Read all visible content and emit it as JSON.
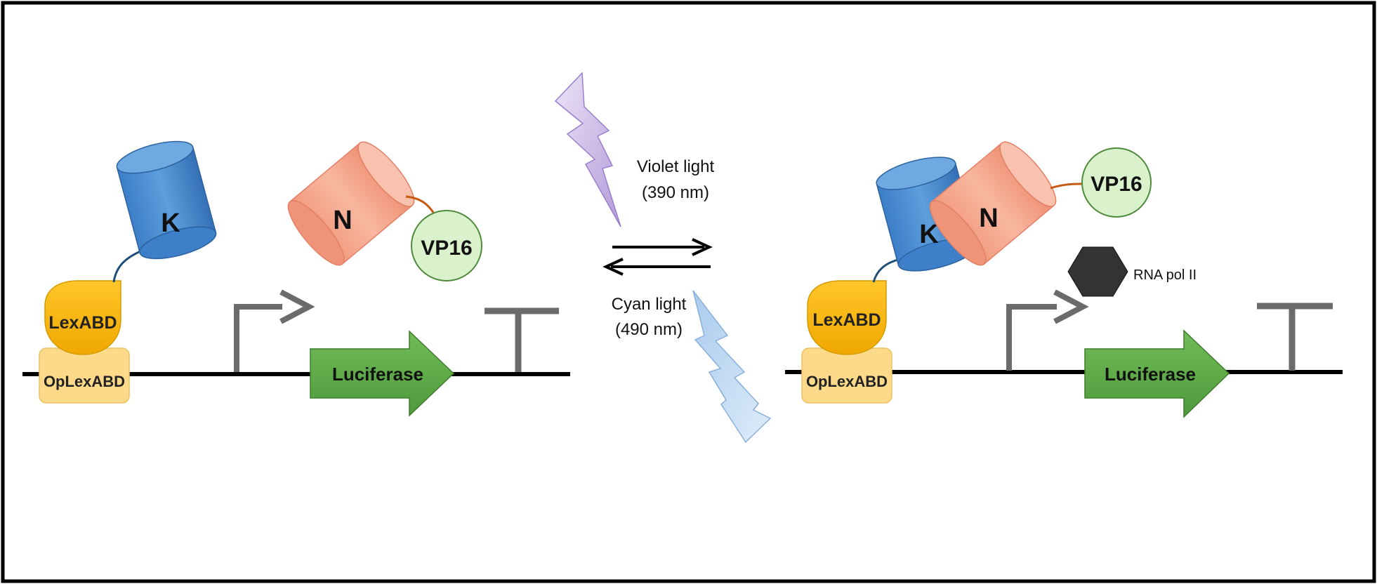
{
  "labels": {
    "left_k": "K",
    "left_n": "N",
    "left_vp16": "VP16",
    "left_lexabd": "LexABD",
    "left_oplexabd": "OpLexABD",
    "left_luciferase": "Luciferase",
    "right_k": "K",
    "right_n": "N",
    "right_vp16": "VP16",
    "right_lexabd": "LexABD",
    "right_oplexabd": "OpLexABD",
    "right_luciferase": "Luciferase",
    "rna_pol": "RNA pol II",
    "violet_line1": "Violet light",
    "violet_line2": "(390 nm)",
    "cyan_line1": "Cyan light",
    "cyan_line2": "(490 nm)"
  },
  "colors": {
    "k_blue": "#4a8fd4",
    "n_salmon": "#f5a68c",
    "vp16_green": "#d9f2cc",
    "lexabd_gold": "#f5b400",
    "oplexabd_tan": "#fdd98a",
    "luciferase_green": "#5aa845",
    "promoter_gray": "#6b6b6b",
    "violet": "#c7b4e6",
    "cyan": "#bcd7f0"
  }
}
